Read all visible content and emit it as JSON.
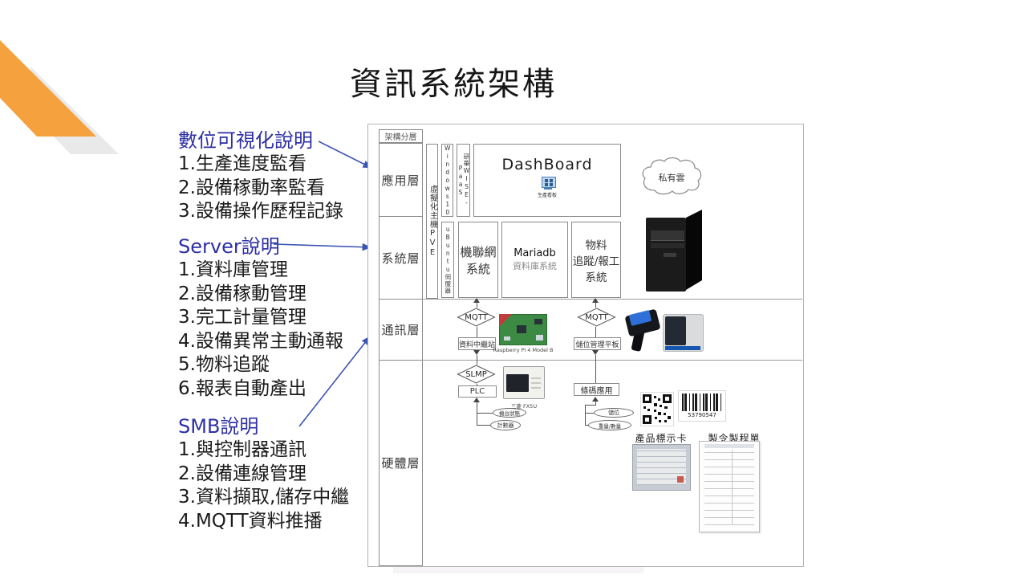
{
  "title": "資訊系統架構",
  "notes": {
    "visual": {
      "heading": "數位可視化說明",
      "items": [
        "1.生產進度監看",
        "2.設備稼動率監看",
        "3.設備操作歷程記錄"
      ]
    },
    "server": {
      "heading": "Server說明",
      "items": [
        "1.資料庫管理",
        "2.設備稼動管理",
        "3.完工計量管理",
        "4.設備異常主動通報",
        "5.物料追蹤",
        "6.報表自動產出"
      ]
    },
    "smb": {
      "heading": "SMB說明",
      "items": [
        "1.與控制器通訊",
        "2.設備連線管理",
        "3.資料擷取,儲存中繼",
        "4.MQTT資料推播"
      ]
    }
  },
  "diagram": {
    "corner_label": "架構分層",
    "layers": {
      "app": "應用層",
      "sys": "系統層",
      "comm": "通訊層",
      "hw": "硬體層"
    },
    "app_layer": {
      "pve": "虛擬化主機PVE",
      "windows": "Windows10",
      "wise": "研華WISE-PaaS",
      "dashboard": "DashBoard",
      "dashboard_caption": "生產看板",
      "cloud": "私有雲"
    },
    "sys_layer": {
      "ubuntu": "uBuntu伺服器",
      "machine_net_1": "機聯網",
      "machine_net_2": "系統",
      "mariadb_1": "Mariadb",
      "mariadb_2": "資料庫系統",
      "material_1": "物料",
      "material_2": "追蹤/報工",
      "material_3": "系統"
    },
    "comm_layer": {
      "mqtt_left": "MQTT",
      "relay": "資料中繼站",
      "rpi_caption": "Raspberry Pi 4 Model B",
      "mqtt_right": "MQTT",
      "tablet_box": "儲位管理平板"
    },
    "hw_layer": {
      "slmp": "SLMP",
      "plc": "PLC",
      "fx5u_caption": "三菱 FX5U",
      "plc_tag_1": "機台狀態",
      "plc_tag_2": "計數器",
      "barcode_app": "條碼應用",
      "bc_tag_1": "儲位",
      "bc_tag_2": "重量/數量",
      "barcode_number": "53790547",
      "card_label": "產品標示卡",
      "order_label": "製令製程單"
    }
  },
  "colors": {
    "accent_blue": "#2d2fa5",
    "arrow_blue": "#3c55b4",
    "ribbon_orange": "#f5a13d",
    "ribbon_gray": "#e9e9e9"
  }
}
